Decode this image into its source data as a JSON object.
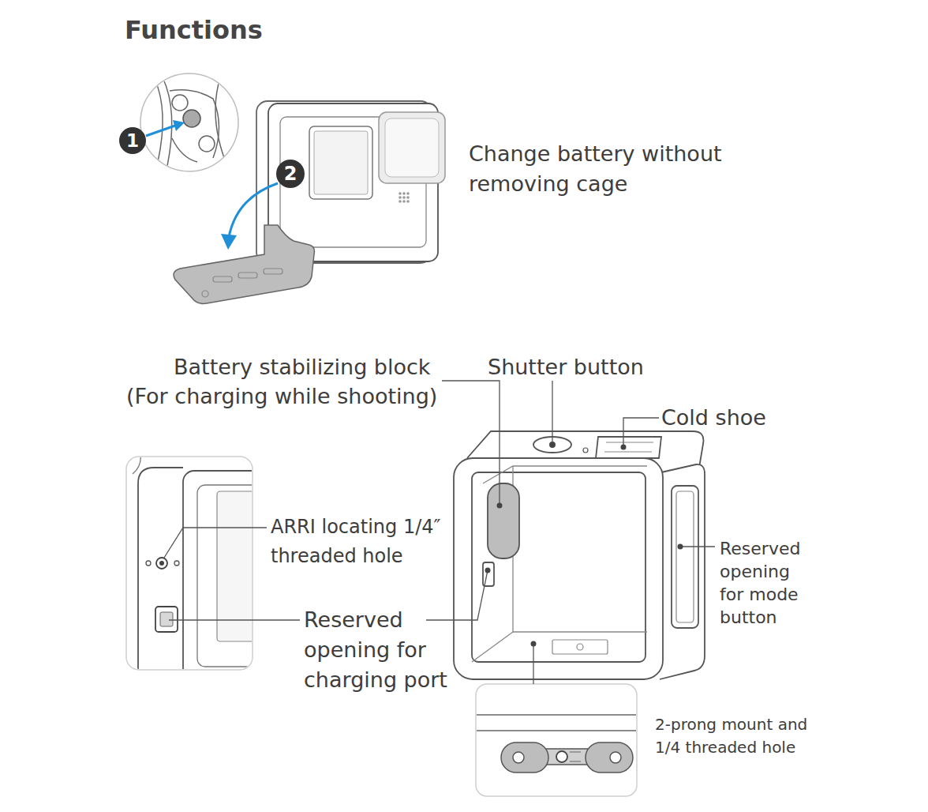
{
  "diagram": {
    "title": "Functions",
    "nodes": [
      {
        "text": [
          "1"
        ]
      },
      {
        "text": [
          "2"
        ]
      }
    ],
    "labels": [
      "Change battery without removing cage",
      "Battery stabilizing block",
      "(For charging while shooting)",
      "Shutter button",
      "Cold shoe",
      "ARRI locating 1/4″ threaded hole",
      "Reserved opening for mode button",
      "Reserved opening for charging port",
      "2-prong mount and 1/4 threaded hole"
    ]
  }
}
